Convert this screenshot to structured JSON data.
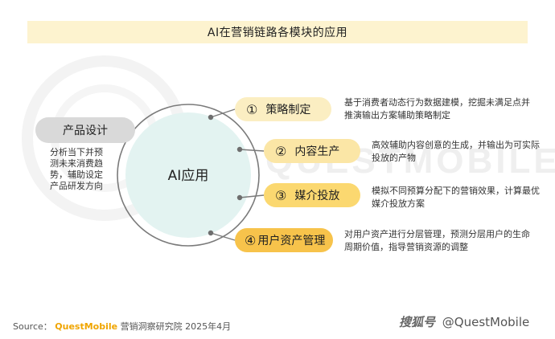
{
  "title": "AI在营销链路各模块的应用",
  "watermark": "QUESTMOBILE",
  "center": {
    "label": "AI应用"
  },
  "left_module": {
    "label": "产品设计",
    "description": "分析当下并预测未来消费趋势，辅助设定产品研发方向"
  },
  "modules": [
    {
      "num": "①",
      "label": "策略制定",
      "description": "基于消费者动态行为数据建模，挖掘未满足点并推演输出方案辅助策略制定"
    },
    {
      "num": "②",
      "label": "内容生产",
      "description": "高效辅助内容创意的生成，并输出为可实际投放的产物"
    },
    {
      "num": "③",
      "label": "媒介投放",
      "description": "模拟不同预算分配下的营销效果，计算最优媒介投放方案"
    },
    {
      "num": "④",
      "label": "用户资产管理",
      "description": "对用户资产进行分层管理，预测分层用户的生命周期价值，指导营销资源的调整"
    }
  ],
  "source": {
    "prefix": "Source：",
    "brand": "QuestMobile",
    "suffix": "营销洞察研究院 2025年4月"
  },
  "credit": {
    "logo": "搜狐号",
    "text": "@QuestMobile"
  },
  "colors": {
    "title_bg": "#fdf3cf",
    "module_1": "#fbeec2",
    "module_2": "#fbe6a6",
    "module_3": "#fbd870",
    "module_4": "#f7c34b",
    "left_module": "#d9d9d9",
    "center_fill": "#e3f3f1",
    "brand": "#f0a500"
  }
}
